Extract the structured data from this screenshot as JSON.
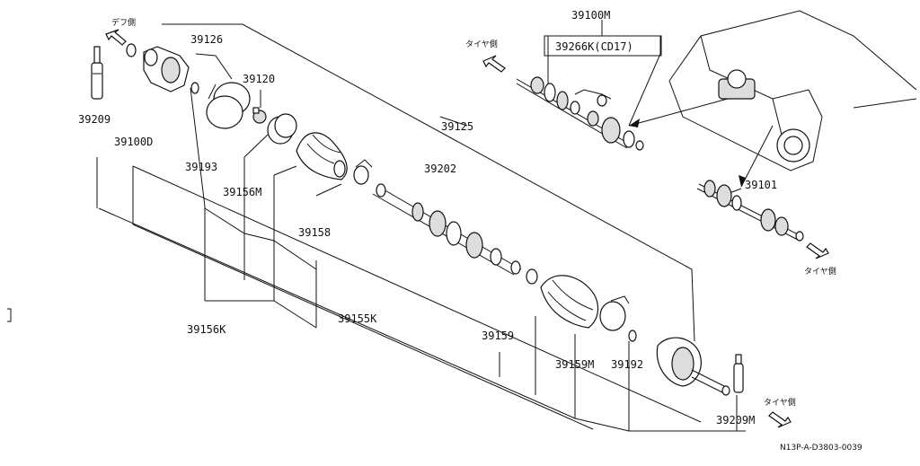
{
  "labels": {
    "p39209": "39209",
    "p39100D": "39100D",
    "p39126": "39126",
    "p39120": "39120",
    "p39193": "39193",
    "p39156M": "39156M",
    "p39158": "39158",
    "p39156K": "39156K",
    "p39155K": "39155K",
    "p39125": "39125",
    "p39202": "39202",
    "p39159": "39159",
    "p39159M": "39159M",
    "p39192": "39192",
    "p39209M": "39209M",
    "p39100M": "39100M",
    "p39266K": "39266K(CD17)",
    "p39101": "39101"
  },
  "directions": {
    "diff_side": "デフ側",
    "tire_side_top": "タイヤ側",
    "tire_side_right": "タイヤ側",
    "tire_side_bottom": "タイヤ側"
  },
  "footer": {
    "code": "N13P-A-D3803-0039"
  },
  "icons": {
    "direction_arrow": "hollow-arrow-icon"
  }
}
